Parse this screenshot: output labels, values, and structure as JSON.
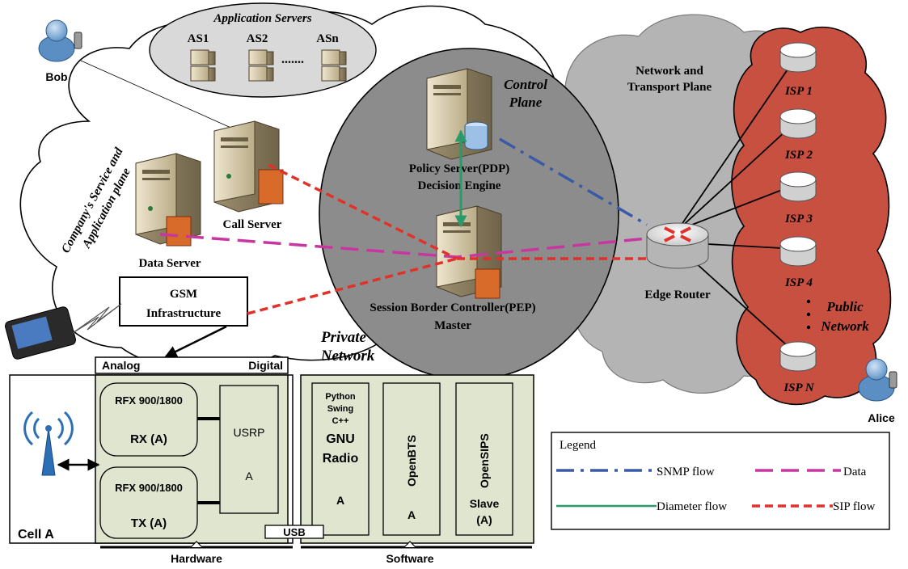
{
  "application_servers": {
    "title": "Application Servers",
    "servers": [
      "AS1",
      "AS2",
      "ASn"
    ],
    "ellipsis": "......."
  },
  "users": {
    "bob": "Bob",
    "alice": "Alice"
  },
  "service_plane": {
    "label_line1": "Company's Service and",
    "label_line2": "Application plane",
    "call_server": "Call Server",
    "data_server": "Data Server"
  },
  "gsm": {
    "line1": "GSM",
    "line2": "Infrastructure"
  },
  "control_plane": {
    "label_line1": "Control",
    "label_line2": "Plane",
    "policy_line1": "Policy Server(PDP)",
    "policy_line2": "Decision Engine",
    "sbc_line1": "Session Border Controller(PEP)",
    "sbc_line2": "Master"
  },
  "private_network": {
    "line1": "Private",
    "line2": "Network"
  },
  "transport": {
    "label_line1": "Network and",
    "label_line2": "Transport Plane",
    "edge_router": "Edge Router"
  },
  "public_network": {
    "isps": [
      "ISP 1",
      "ISP 2",
      "ISP 3",
      "ISP 4",
      "ISP N"
    ],
    "label_line1": "Public",
    "label_line2": "Network"
  },
  "hardware": {
    "analog": "Analog",
    "digital": "Digital",
    "rx_line1": "RFX 900/1800",
    "rx_line2": "RX (A)",
    "tx_line1": "RFX 900/1800",
    "tx_line2": "TX (A)",
    "usrp_line1": "USRP",
    "usrp_line2": "A",
    "usb": "USB",
    "cell": "Cell A",
    "caption": "Hardware"
  },
  "software": {
    "gnu_small1": "Python",
    "gnu_small2": "Swing",
    "gnu_small3": "C++",
    "gnu_line1": "GNU",
    "gnu_line2": "Radio",
    "gnu_line3": "A",
    "openbts": "OpenBTS",
    "openbts_sub": "A",
    "opensips": "OpenSIPS",
    "opensips_sub1": "Slave",
    "opensips_sub2": "(A)",
    "caption": "Software"
  },
  "legend": {
    "title": "Legend",
    "snmp": "SNMP flow",
    "data": "Data",
    "diameter": "Diameter flow",
    "sip": "SIP flow"
  },
  "colors": {
    "snmp": "#3a5aa8",
    "data": "#c8379f",
    "diameter": "#2a9a6a",
    "sip": "#e0322a",
    "public_network": "#c85040",
    "control_plane": "#8c8c8c",
    "transport_cloud": "#b4b4b4",
    "panel": "#dfe5cf"
  }
}
